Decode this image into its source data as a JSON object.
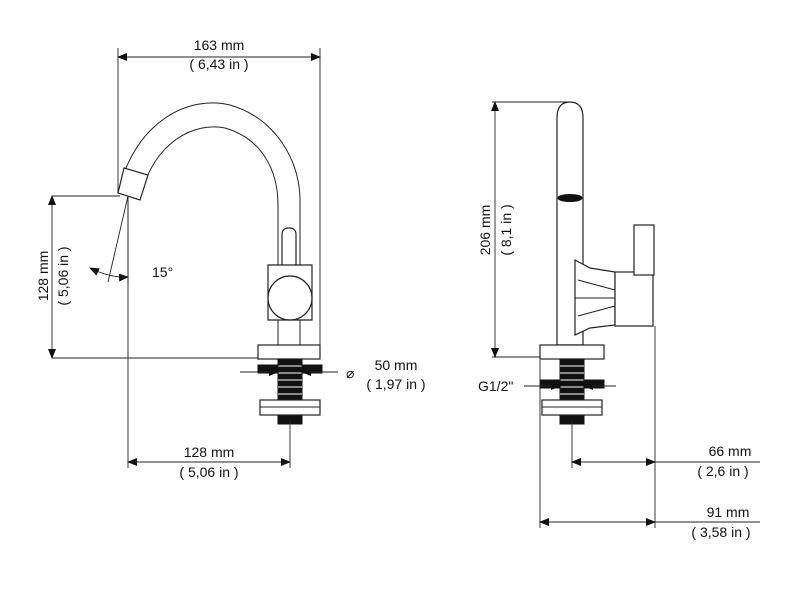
{
  "side_view": {
    "width_mm": "163 mm",
    "width_in": "( 6,43 in )",
    "height_mm": "128 mm",
    "height_in": "( 5,06 in )",
    "angle": "15°",
    "diameter_symbol": "⌀",
    "diameter_mm": "50 mm",
    "diameter_in": "( 1,97 in )",
    "reach_mm": "128 mm",
    "reach_in": "( 5,06 in )"
  },
  "front_view": {
    "height_mm": "206 mm",
    "height_in": "( 8,1 in )",
    "thread": "G1/2\"",
    "depth1_mm": "66 mm",
    "depth1_in": "( 2,6 in )",
    "depth2_mm": "91 mm",
    "depth2_in": "( 3,58 in )"
  }
}
